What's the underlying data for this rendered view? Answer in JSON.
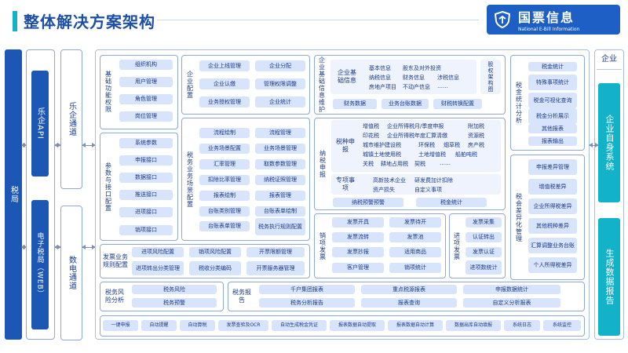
{
  "header": {
    "title": "整体解决方案架构",
    "logo_name": "国票信息",
    "logo_sub": "National E-Bill Information"
  },
  "left": {
    "tax_bureau": "税局",
    "leqi_api": "乐企API",
    "etax": "电子税局（WEB）",
    "leqi_channel": "乐企通道",
    "shudian_channel": "数电通道"
  },
  "basic": {
    "label": "基础功能权限",
    "items": [
      "组织机构",
      "用户管理",
      "角色管理",
      "岗位管理"
    ]
  },
  "enterprise_config": {
    "label": "企业配置",
    "items": [
      "企业上线管理",
      "企业分配",
      "企业认缴",
      "管理权限调整",
      "业务授权管理",
      "企业统计"
    ]
  },
  "base_info": {
    "label": "企业基础信息维护",
    "inner_label": "企业基础信息",
    "rows": [
      [
        "基本信息",
        "股东及对外投资"
      ],
      [
        "纳税信息",
        "财务信息",
        "涉税信息"
      ],
      [
        "房地产项目",
        "不动产信息",
        "……"
      ]
    ],
    "equity": "股权架构图",
    "bottom": [
      "财务数据",
      "业务台账数据",
      "财税转换配置"
    ]
  },
  "tax_stats": {
    "label": "税金统计分析",
    "items": [
      "税金统计",
      "特殊事项统计",
      "税金可视化查询",
      "税金分析展示",
      "其他报表",
      "报表输出"
    ]
  },
  "params": {
    "label": "参数与接口配置",
    "items": [
      "系统参数",
      "申报接口",
      "数据接口",
      "推送接口",
      "进项接口",
      "销项接口"
    ]
  },
  "tax_scene": {
    "label": "税务业务场景配置",
    "items": [
      "流程绘制",
      "流程管理",
      "业务场景配置",
      "业务场景管理",
      "汇率管理",
      "取数参数管理",
      "扣除比率管理",
      "纳税证照管理",
      "报表绘制",
      "报表管理",
      "台账类别管理",
      "台账表单绘制",
      "台账表单管理",
      "税务执行规则配置"
    ]
  },
  "tax_declare": {
    "label": "纳税申报",
    "tax_label": "税种申报",
    "tax_rows": [
      [
        "增值税",
        "企业所得税月/季度申报",
        "附加税"
      ],
      [
        "印花税",
        "企业所得税年度汇算清缴",
        "资源税"
      ],
      [
        "城市维护建设税",
        "环保税",
        "烟草税",
        "房产税"
      ],
      [
        "城镇土地使用税",
        "土地增值税",
        "船舶吨税"
      ],
      [
        "关税",
        "耕地占用税",
        "契税",
        "……"
      ]
    ],
    "special_label": "专项事项",
    "special_rows": [
      [
        "高新技术企业",
        "研发费加计扣除"
      ],
      [
        "资产损失",
        "自定义事项"
      ]
    ],
    "bottom": [
      "纳税预警预警",
      "税金统计"
    ]
  },
  "tax_diff": {
    "label": "税会差异化管理",
    "items": [
      "申报差异管理",
      "增值税差异",
      "企业所得税差异",
      "其他税种差异",
      "汇算调整业务台账",
      "个人所得税差异"
    ]
  },
  "invoice_rules": {
    "label": "发票业务规则配置",
    "items": [
      "进项风险配置",
      "销项风险配置",
      "开票限额管理",
      "进项转出分类管理",
      "税收分类编码",
      "开票服务器管理"
    ]
  },
  "output_invoice": {
    "label": "销项发票",
    "items": [
      "发票开具",
      "发票待开",
      "发票流转",
      "发票池",
      "发票抄报",
      "适用商品",
      "客户管理",
      "销项统计"
    ]
  },
  "input_invoice": {
    "label": "进项发票",
    "items": [
      "发票采集",
      "认证转出",
      "发票认证",
      "进项数统计"
    ]
  },
  "risk": {
    "label": "税务风险分析",
    "items": [
      "税务风险",
      "税务预警"
    ]
  },
  "report": {
    "label": "税务报告",
    "items": [
      "千户集团报表",
      "重点税源报表",
      "申报数据统计",
      "税务分析报告",
      "报表查询",
      "自定义分析报表"
    ]
  },
  "bottom_tools": [
    "一键申报",
    "自动提醒",
    "自动算税",
    "发票查验及OCR",
    "自动生成税金凭证",
    "报表数据自动提取",
    "报表数据自动计算",
    "数据出库自动填报",
    "系统日志",
    "系统监控"
  ],
  "right": {
    "header": "企业",
    "self_system": "企业自身系统",
    "data_report": "生成数据报告"
  },
  "colors": {
    "dark_blue": "#1c57b5",
    "light_blue": "#d7e4fb",
    "teal": "#12b3c9"
  }
}
